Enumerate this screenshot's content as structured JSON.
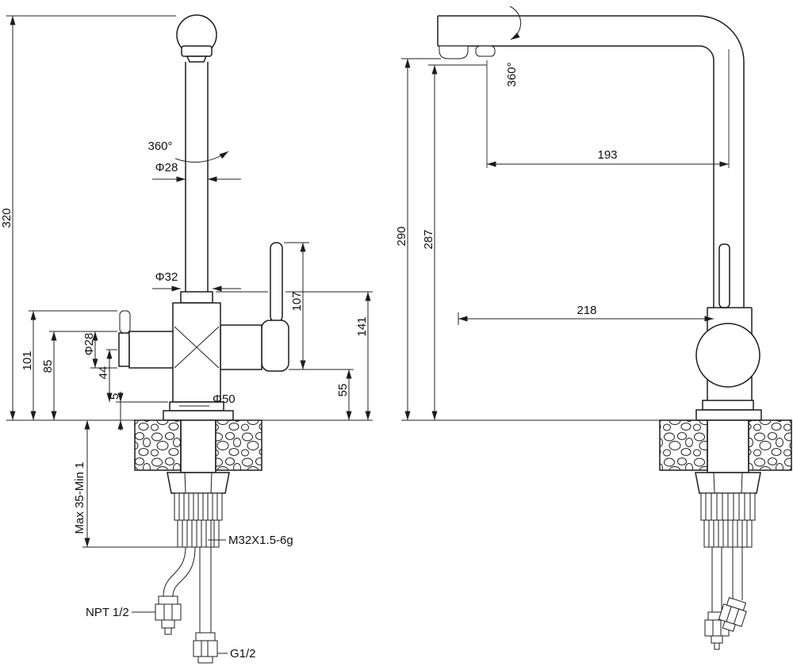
{
  "page": {
    "background": "#ffffff",
    "line_color": "#1c1c1c",
    "type": "faucet-installation-technical-drawing"
  },
  "labels": {
    "front": {
      "height_320": "320",
      "swivel": "360°",
      "spout_dia": "Φ28",
      "collar_dia": "Φ32",
      "handle_dia": "Φ28",
      "dim_44": "44",
      "dim_101": "101",
      "dim_85": "85",
      "dim_5": "5",
      "base_dia": "Φ50",
      "dim_107": "107",
      "dim_141": "141",
      "dim_55": "55",
      "mount_range": "Max 35-Min 1",
      "thread_spec": "M32X1.5-6g",
      "npt_thread": "NPT 1/2",
      "g_thread": "G1/2"
    },
    "side": {
      "swivel": "360°",
      "dim_193": "193",
      "dim_290": "290",
      "dim_287": "287",
      "dim_218": "218"
    }
  }
}
